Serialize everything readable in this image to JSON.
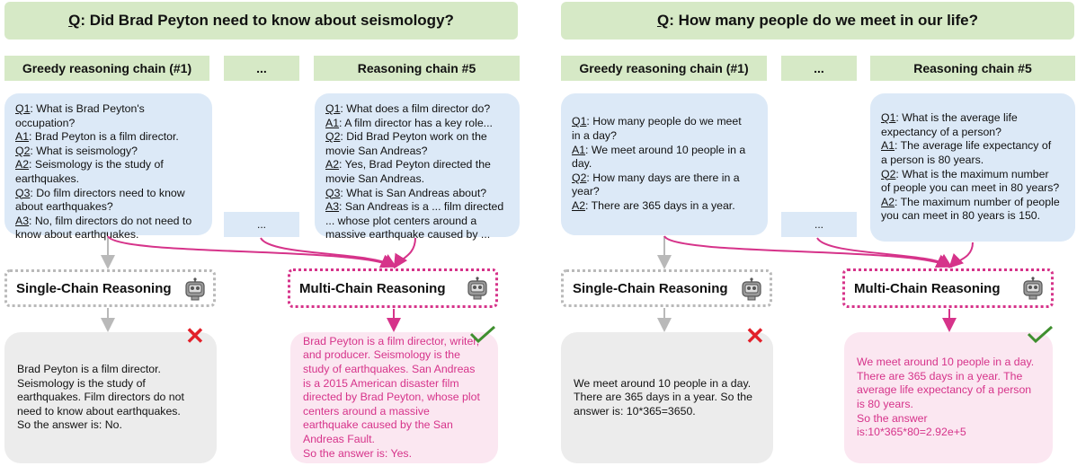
{
  "panels": [
    {
      "question_prefix": "Q",
      "question_text": ": Did Brad Peyton need to know about seismology?",
      "headers": {
        "greedy": "Greedy reasoning chain (#1)",
        "ellipsis": "...",
        "chain5": "Reasoning chain #5"
      },
      "ellipsis_box": "...",
      "greedy_chain": [
        {
          "tag": "Q1",
          "text": ": What is Brad Peyton's"
        },
        {
          "tag": "",
          "text": "occupation?"
        },
        {
          "tag": "A1",
          "text": ": Brad Peyton is a film director."
        },
        {
          "tag": "Q2",
          "text": ": What is seismology?"
        },
        {
          "tag": "A2",
          "text": ": Seismology is the study of"
        },
        {
          "tag": "",
          "text": "earthquakes."
        },
        {
          "tag": "Q3",
          "text": ": Do film directors need to know"
        },
        {
          "tag": "",
          "text": "about earthquakes?"
        },
        {
          "tag": "A3",
          "text": ": No, film directors do not need to"
        },
        {
          "tag": "",
          "text": "know about earthquakes."
        }
      ],
      "chain5": [
        {
          "tag": "Q1",
          "text": ": What does a film director do?"
        },
        {
          "tag": "A1",
          "text": ": A film director has a key role..."
        },
        {
          "tag": "Q2",
          "text": ": Did Brad Peyton work on the"
        },
        {
          "tag": "",
          "text": "movie San Andreas?"
        },
        {
          "tag": "A2",
          "text": ": Yes, Brad Peyton directed the"
        },
        {
          "tag": "",
          "text": "movie San Andreas."
        },
        {
          "tag": "Q3",
          "text": ": What is San Andreas about?"
        },
        {
          "tag": "A3",
          "text": ": San Andreas is a ... film directed"
        },
        {
          "tag": "",
          "text": "... whose plot centers around a"
        },
        {
          "tag": "",
          "text": "massive earthquake caused by ..."
        }
      ],
      "single_label": "Single-Chain Reasoning",
      "multi_label": "Multi-Chain Reasoning",
      "single_answer": "Brad Peyton is a film director.\nSeismology is the study of\nearthquakes. Film directors do not\nneed to know about earthquakes.\nSo the answer is: No.",
      "multi_answer": "Brad Peyton is a film director, writer,\nand producer. Seismology is the\nstudy of earthquakes. San Andreas\nis a 2015 American disaster film\ndirected by Brad Peyton, whose plot\ncenters around a massive\nearthquake caused by the San\nAndreas Fault.\nSo the answer is: Yes.",
      "wrong_mark": "✕",
      "right_mark": "✓"
    },
    {
      "question_prefix": "Q",
      "question_text": ": How many people do we meet in our life?",
      "headers": {
        "greedy": "Greedy reasoning chain (#1)",
        "ellipsis": "...",
        "chain5": "Reasoning chain #5"
      },
      "ellipsis_box": "...",
      "greedy_chain": [
        {
          "tag": "Q1",
          "text": ": How many people do we meet"
        },
        {
          "tag": "",
          "text": "in a day?"
        },
        {
          "tag": "A1",
          "text": ": We meet around 10 people in a"
        },
        {
          "tag": "",
          "text": "day."
        },
        {
          "tag": "Q2",
          "text": ": How many days are there in a"
        },
        {
          "tag": "",
          "text": "year?"
        },
        {
          "tag": "A2",
          "text": ": There are 365 days in a year."
        }
      ],
      "chain5": [
        {
          "tag": "Q1",
          "text": ": What is the average life"
        },
        {
          "tag": "",
          "text": "expectancy of a person?"
        },
        {
          "tag": "A1",
          "text": ": The average life expectancy of"
        },
        {
          "tag": "",
          "text": "a person is 80 years."
        },
        {
          "tag": "Q2",
          "text": ": What is the maximum number"
        },
        {
          "tag": "",
          "text": "of people you can meet in 80 years?"
        },
        {
          "tag": "A2",
          "text": ": The maximum number of people"
        },
        {
          "tag": "",
          "text": "you can meet in 80 years is 150."
        }
      ],
      "single_label": "Single-Chain Reasoning",
      "multi_label": "Multi-Chain Reasoning",
      "single_answer": "We meet around 10 people in a day.\nThere are 365 days in a year. So the\nanswer is: 10*365=3650.",
      "multi_answer": "We meet around 10 people in a day.\nThere are 365 days in a year. The\naverage life expectancy of a person\nis 80 years.\nSo the answer\nis:10*365*80=2.92e+5",
      "wrong_mark": "✕",
      "right_mark": "✓"
    }
  ],
  "colors": {
    "question_bg": "#d6e9c6",
    "chain_bg": "#dce9f7",
    "single_border": "#b9b9b9",
    "multi_accent": "#d6338a",
    "pink_bg": "#fbe7f1",
    "gray_bg": "#ececec",
    "cross": "#e2202a",
    "check": "#3f8f2f"
  },
  "icons": {
    "robot": "robot-icon"
  }
}
